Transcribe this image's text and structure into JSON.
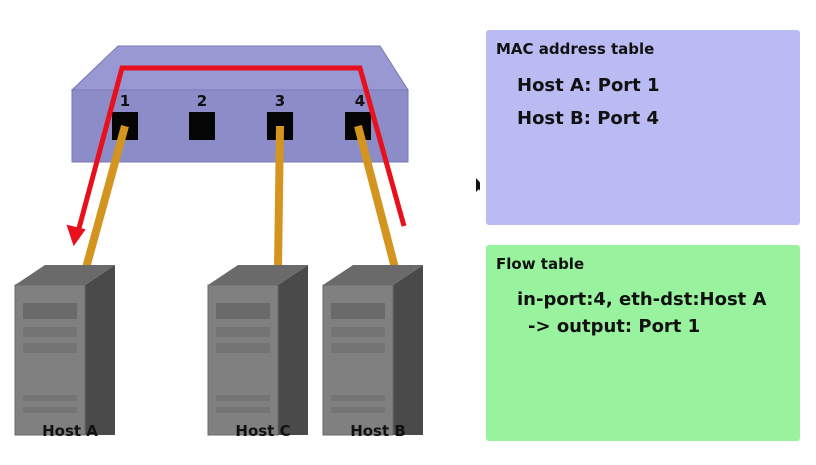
{
  "switch": {
    "ports": [
      "1",
      "2",
      "3",
      "4"
    ]
  },
  "hosts": {
    "a": "Host A",
    "c": "Host C",
    "b": "Host B"
  },
  "mac_table": {
    "title": "MAC address table",
    "entries": [
      "Host A: Port 1",
      "Host B: Port 4"
    ]
  },
  "flow_table": {
    "title": "Flow table",
    "rule_match": "in-port:4, eth-dst:Host A",
    "rule_action": "-> output: Port 1"
  },
  "colors": {
    "switch_top": "#9898d2",
    "switch_front": "#8c8cc8",
    "cable": "#d49520",
    "path_arrow": "#e8101c",
    "mac_panel": "#bbbbf4",
    "flow_panel": "#98f29e",
    "server_body": "#808080"
  }
}
